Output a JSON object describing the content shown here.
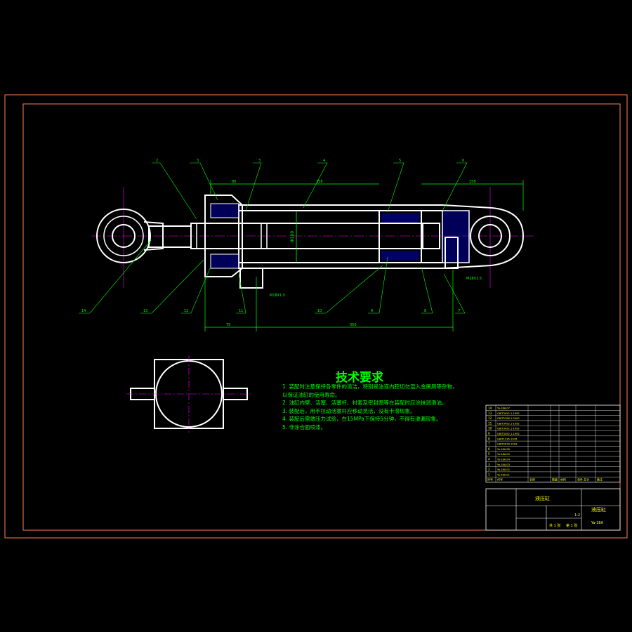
{
  "technical_requirements": {
    "title": "技术要求",
    "items": [
      "1. 装配时注意保持各零件的清洁，特别是油道内腔切勿混入金属屑等杂物，以保证油缸的使用寿命。",
      "2. 油缸内壁、活塞、活塞杆、衬套及密封圈等在装配时应涂抹润滑油。",
      "3. 装配后，用手拉动活塞杆应移动灵活，没有卡滞现象。",
      "4. 装配后需做压力试验，在15MPa下保持5分钟，不得有渗漏现象。",
      "5. 非涂合面喷漆。"
    ]
  },
  "dimensions": {
    "d_80": "80",
    "d_358": "358",
    "d_158": "158",
    "d_75": "75",
    "d_350": "350",
    "d_bore": "Φ100",
    "thread_1": "M18X1.5",
    "thread_2": "M18X1.5"
  },
  "balloons_top": [
    "2",
    "3",
    "3",
    "4",
    "5",
    "6"
  ],
  "balloons_bottom": [
    "14",
    "13",
    "12",
    "11",
    "10",
    "9",
    "8",
    "7"
  ],
  "bom": {
    "rows": [
      {
        "no": "14",
        "code": "Ya-18A.07"
      },
      {
        "no": "13",
        "code": "GB/T3452.1-1992"
      },
      {
        "no": "12",
        "code": "GB/T5786.1-2000"
      },
      {
        "no": "11",
        "code": "GB/T3452.1-1992"
      },
      {
        "no": "10",
        "code": "GB/T3452.1-1992"
      },
      {
        "no": "9",
        "code": "GB/T3452.1-1992"
      },
      {
        "no": "8",
        "code": "GB/T1235-1976"
      },
      {
        "no": "7",
        "code": "GB/T2878-1993"
      },
      {
        "no": "6",
        "code": "Ya-18A.06"
      },
      {
        "no": "5",
        "code": "Ya-18A.05"
      },
      {
        "no": "4",
        "code": "Ya-18A.04"
      },
      {
        "no": "3",
        "code": "Ya-18A.03"
      },
      {
        "no": "2",
        "code": "Ya-18A.02"
      },
      {
        "no": "1",
        "code": "Ya-18A.01"
      }
    ],
    "header": [
      "序号",
      "代号",
      "名称",
      "数量",
      "材料",
      "单件 总计",
      "备注"
    ]
  },
  "title_block": {
    "drawing_name": "液压缸",
    "drawing_code": "Ya-18A",
    "scale": "1:2",
    "sheets_total": "共 1 张",
    "sheet_no": "第 1 张"
  },
  "colors": {
    "background": "#000000",
    "frame": "#ff7f50",
    "part": "#ffffff",
    "dimension": "#00ff00",
    "leader": "#00ff00",
    "centerline": "#ff00ff",
    "hatch": "#0000ff",
    "table": "#ffffff",
    "table_text": "#ffff00"
  }
}
